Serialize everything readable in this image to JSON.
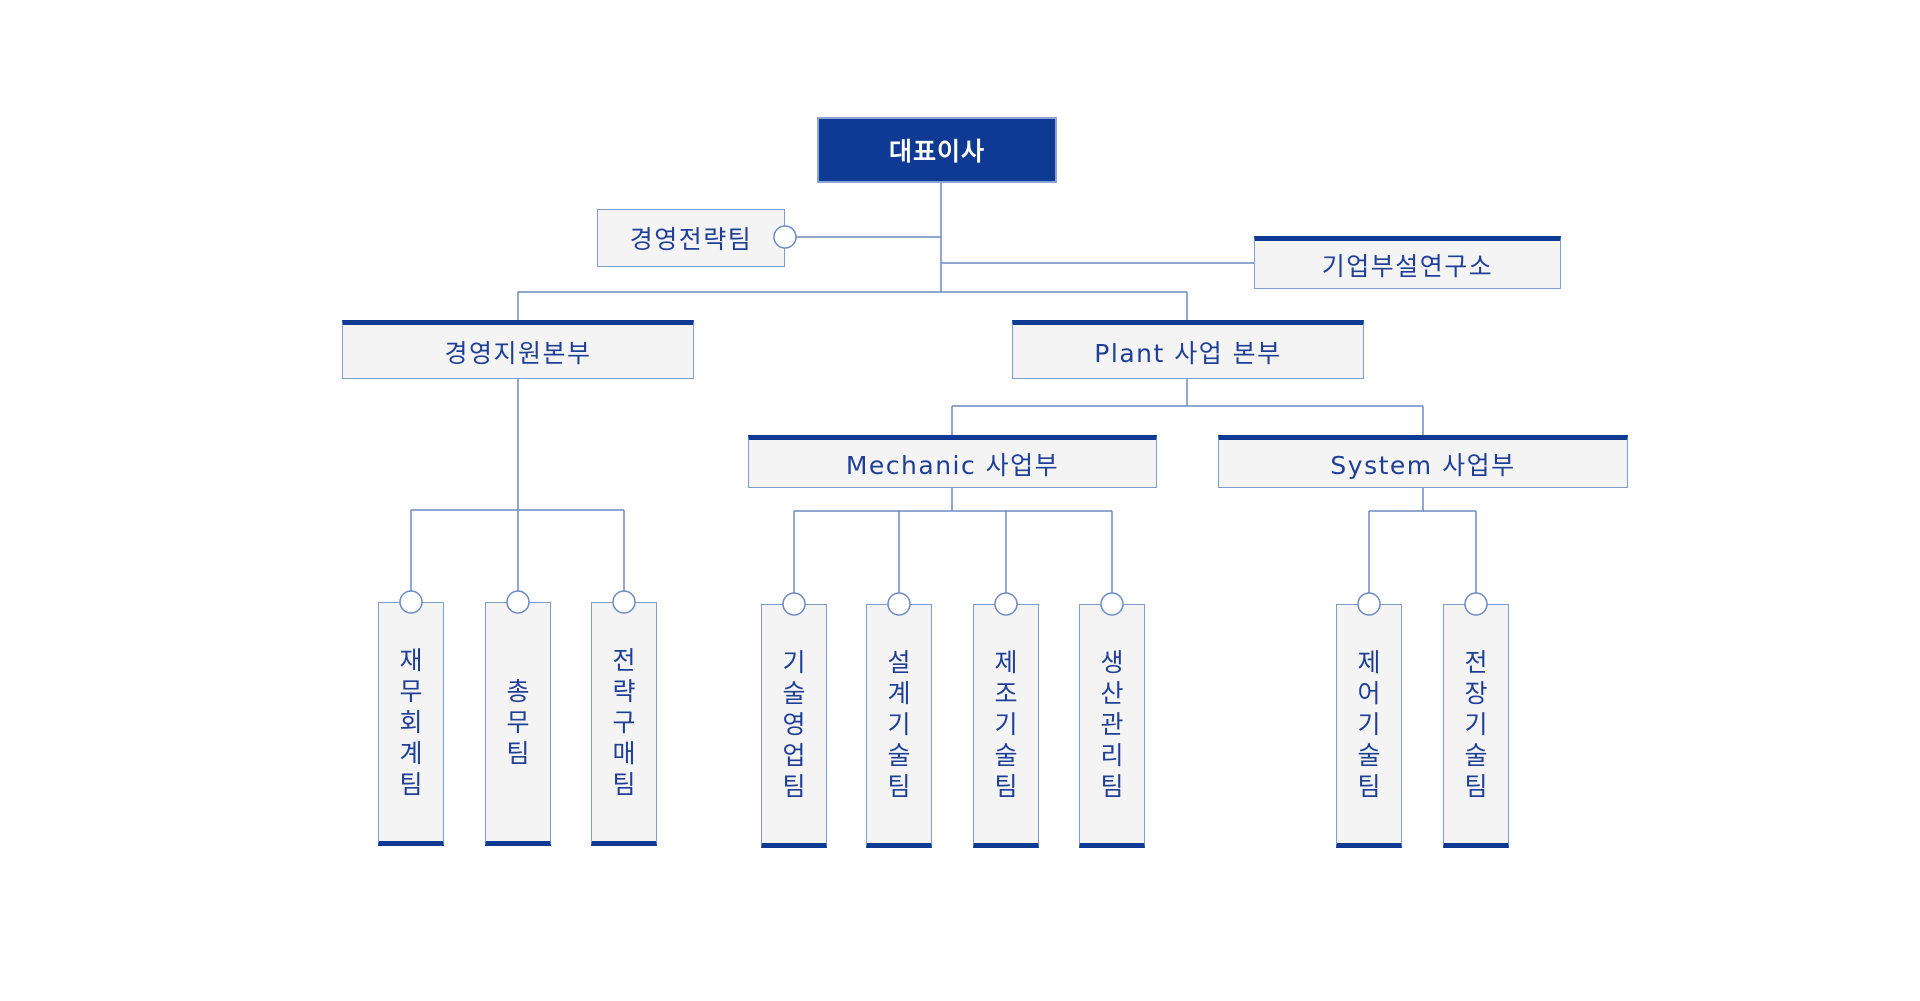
{
  "ceo": "대표이사",
  "strategy_team": "경영전략팀",
  "research_lab": "기업부설연구소",
  "divisions": {
    "management": "경영지원본부",
    "plant": "Plant 사업 본부"
  },
  "business_units": {
    "mechanic": "Mechanic 사업부",
    "system": "System 사업부"
  },
  "teams": {
    "management": [
      "재무회계팀",
      "총무팀",
      "전략구매팀"
    ],
    "mechanic": [
      "기술영업팀",
      "설계기술팀",
      "제조기술팀",
      "생산관리팀"
    ],
    "system": [
      "제어기술팀",
      "전장기술팀"
    ]
  },
  "colors": {
    "primary": "#0e3a94",
    "line": "#6c8ac4",
    "box_fill": "#f4f4f4",
    "text": "#1f3f96"
  }
}
